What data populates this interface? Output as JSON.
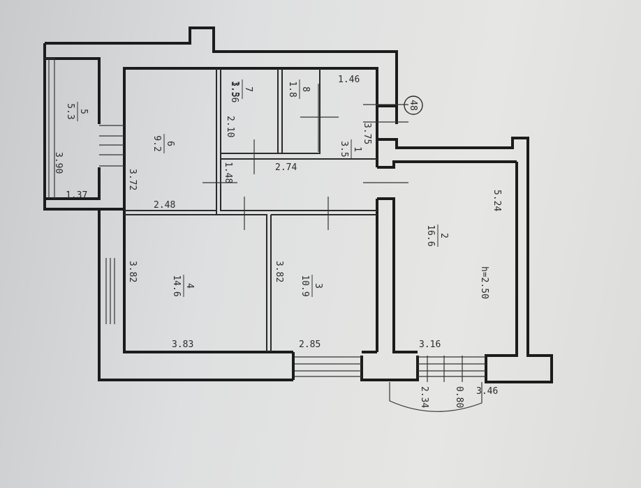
{
  "plan": {
    "marker": "48",
    "height_note": "h=2.50",
    "rooms": [
      {
        "id": "1",
        "number": "1",
        "area": "3.5"
      },
      {
        "id": "2",
        "number": "2",
        "area": "16.6"
      },
      {
        "id": "3",
        "number": "3",
        "area": "10.9"
      },
      {
        "id": "4",
        "number": "4",
        "area": "14.6"
      },
      {
        "id": "5",
        "number": "5",
        "area": "5.3"
      },
      {
        "id": "6",
        "number": "6",
        "area": "9.2"
      },
      {
        "id": "7",
        "number": "7",
        "area": "3.3"
      },
      {
        "id": "8",
        "number": "8",
        "area": "1.8"
      }
    ],
    "dimensions": {
      "d_156": "1.56",
      "d_146": "1.46",
      "d_210": "2.10",
      "d_148": "1.48",
      "d_274": "2.74",
      "d_375": "3.75",
      "d_524": "5.24",
      "d_390": "3.90",
      "d_137": "1.37",
      "d_372": "3.72",
      "d_248": "2.48",
      "d_382a": "3.82",
      "d_382b": "3.82",
      "d_383": "3.83",
      "d_285": "2.85",
      "d_316": "3.16",
      "d_346": "3.46",
      "d_234": "2.34",
      "d_080": "0.80"
    }
  }
}
